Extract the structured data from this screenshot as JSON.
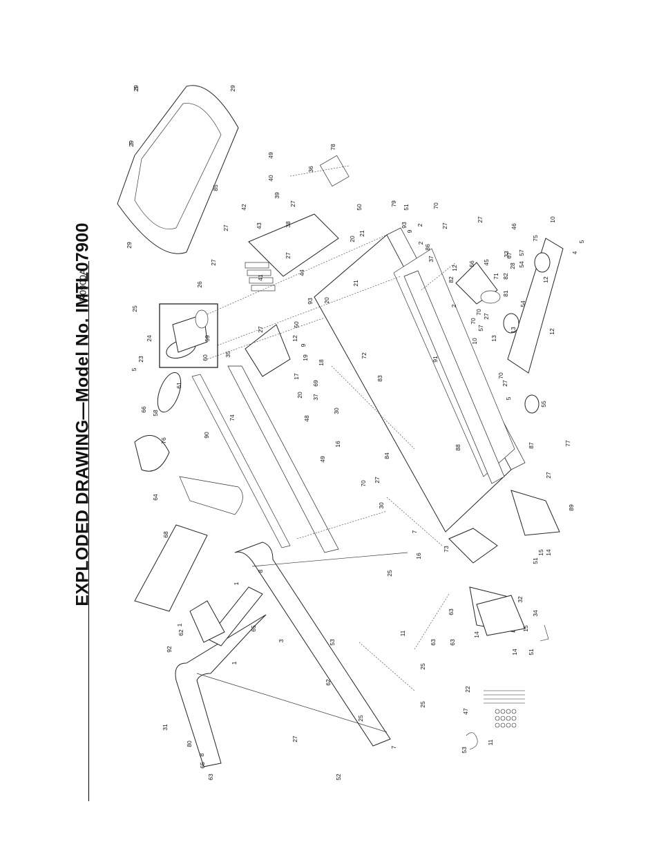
{
  "header": {
    "title": "EXPLODED DRAWING—Model No. IMTL07900",
    "code": "R0900A"
  },
  "labels": [
    "29",
    "29",
    "29",
    "29",
    "85",
    "49",
    "78",
    "36",
    "40",
    "39",
    "42",
    "43",
    "38",
    "27",
    "27",
    "27",
    "41",
    "44",
    "27",
    "26",
    "25",
    "23",
    "5",
    "24",
    "59",
    "60",
    "61",
    "35",
    "27",
    "66",
    "58",
    "76",
    "64",
    "68",
    "90",
    "74",
    "50",
    "12",
    "9",
    "19",
    "18",
    "17",
    "69",
    "20",
    "37",
    "48",
    "30",
    "16",
    "49",
    "70",
    "27",
    "30",
    "84",
    "83",
    "72",
    "93",
    "20",
    "21",
    "50",
    "20",
    "21",
    "79",
    "51",
    "93",
    "9",
    "2",
    "70",
    "27",
    "86",
    "2",
    "37",
    "56",
    "12",
    "27",
    "46",
    "10",
    "5",
    "4",
    "75",
    "57",
    "54",
    "45",
    "67",
    "71",
    "33",
    "28",
    "82",
    "81",
    "82",
    "2",
    "13",
    "70",
    "27",
    "70",
    "57",
    "54",
    "12",
    "13",
    "10",
    "12",
    "91",
    "27",
    "70",
    "5",
    "55",
    "88",
    "87",
    "77",
    "27",
    "89",
    "51",
    "15",
    "14",
    "7",
    "16",
    "73",
    "25",
    "8",
    "1",
    "3",
    "65",
    "92",
    "62",
    "1",
    "1",
    "63",
    "63",
    "32",
    "34",
    "14",
    "51",
    "15",
    "14",
    "11",
    "53",
    "25",
    "63",
    "62",
    "25",
    "25",
    "7",
    "53",
    "11",
    "47",
    "22",
    "27",
    "31",
    "80",
    "8",
    "65",
    "63",
    "52",
    "3",
    "7"
  ]
}
